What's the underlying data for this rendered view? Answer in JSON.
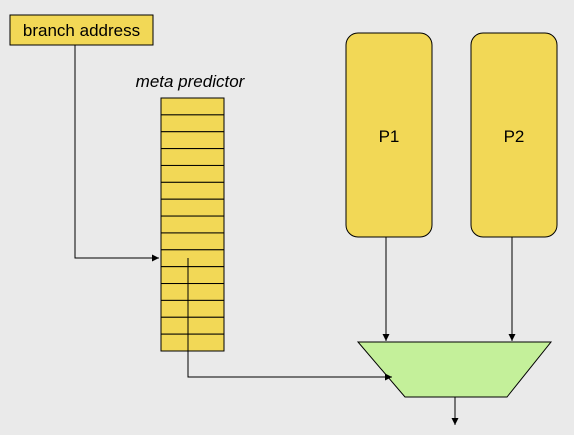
{
  "diagram": {
    "branch_address_label": "branch address",
    "meta_predictor_label": "meta predictor",
    "predictor_1_label": "P1",
    "predictor_2_label": "P2",
    "meta_table_rows": 15,
    "meta_selected_row": 9,
    "colors": {
      "background": "#eaeaea",
      "box_fill": "#f2d856",
      "box_stroke": "#000000",
      "mux_fill": "#c4f09a",
      "line": "#000000"
    }
  }
}
